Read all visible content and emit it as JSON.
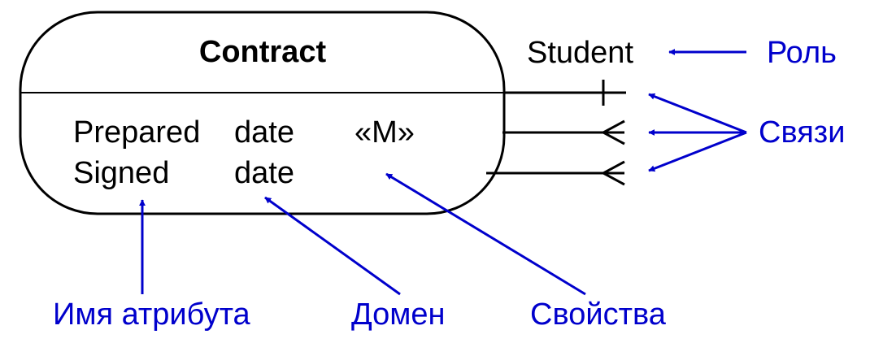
{
  "entity": {
    "name": "Contract",
    "attributes": [
      {
        "name": "Prepared",
        "domain": "date",
        "property": "«M»"
      },
      {
        "name": "Signed",
        "domain": "date",
        "property": ""
      }
    ]
  },
  "role": {
    "text": "Student"
  },
  "annotations": {
    "role_label": "Роль",
    "links_label": "Связи",
    "attribute_name_label": "Имя атрибута",
    "domain_label": "Домен",
    "properties_label": "Свойства"
  },
  "colors": {
    "stroke": "#000000",
    "annotation": "#0000cc",
    "background": "#ffffff"
  }
}
